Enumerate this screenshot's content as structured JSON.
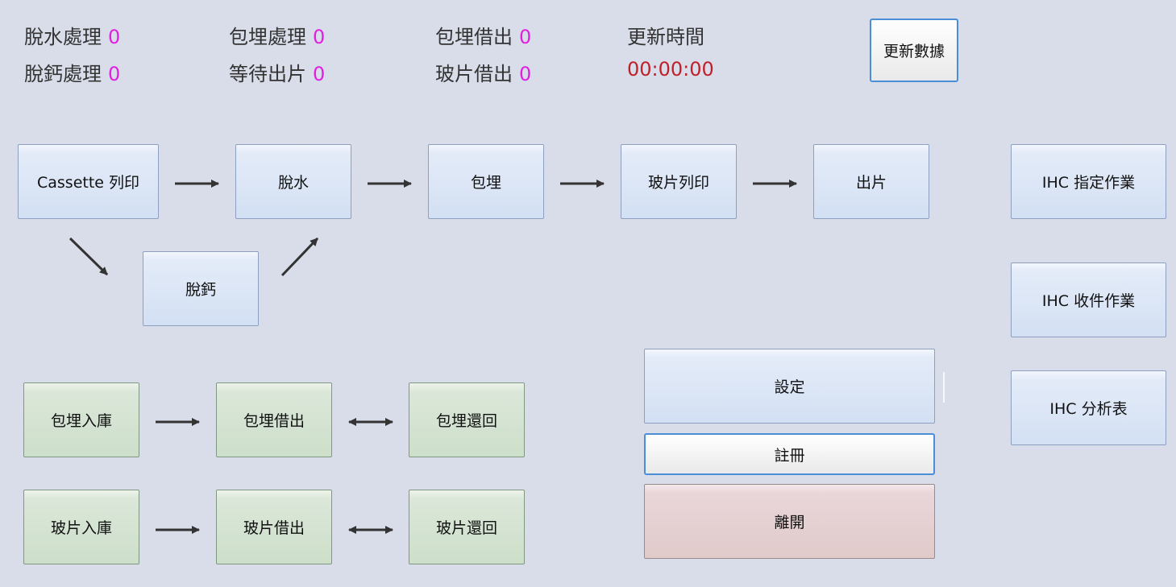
{
  "stats": {
    "dehydration": {
      "label": "脫水處理",
      "value": "0"
    },
    "decalcification": {
      "label": "脫鈣處理",
      "value": "0"
    },
    "embedding": {
      "label": "包埋處理",
      "value": "0"
    },
    "waiting_output": {
      "label": "等待出片",
      "value": "0"
    },
    "block_lend": {
      "label": "包埋借出",
      "value": "0"
    },
    "slide_lend": {
      "label": "玻片借出",
      "value": "0"
    },
    "update_time_label": "更新時間",
    "update_time_value": "00:00:00"
  },
  "refresh_button": "更新數據",
  "workflow": {
    "cassette_print": "Cassette 列印",
    "dehydrate": "脫水",
    "embed": "包埋",
    "slide_print": "玻片列印",
    "output": "出片",
    "decalcify": "脫鈣"
  },
  "ihc": {
    "assign": "IHC 指定作業",
    "receive": "IHC 收件作業",
    "analysis": "IHC 分析表"
  },
  "storage": {
    "block_in": "包埋入庫",
    "block_lend": "包埋借出",
    "block_return": "包埋還回",
    "slide_in": "玻片入庫",
    "slide_lend": "玻片借出",
    "slide_return": "玻片還回"
  },
  "system": {
    "settings": "設定",
    "register": "註冊",
    "exit": "離開"
  }
}
